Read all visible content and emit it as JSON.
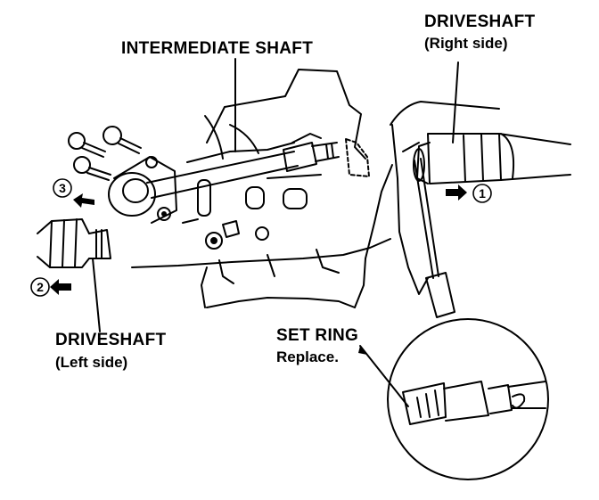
{
  "labels": {
    "intermediate_shaft": "INTERMEDIATE SHAFT",
    "driveshaft_right_title": "DRIVESHAFT",
    "driveshaft_right_sub": "(Right side)",
    "driveshaft_left_title": "DRIVESHAFT",
    "driveshaft_left_sub": "(Left side)",
    "set_ring_title": "SET RING",
    "set_ring_sub": "Replace."
  },
  "steps": [
    "1",
    "2",
    "3"
  ],
  "colors": {
    "ink": "#000000",
    "paper": "#ffffff"
  }
}
